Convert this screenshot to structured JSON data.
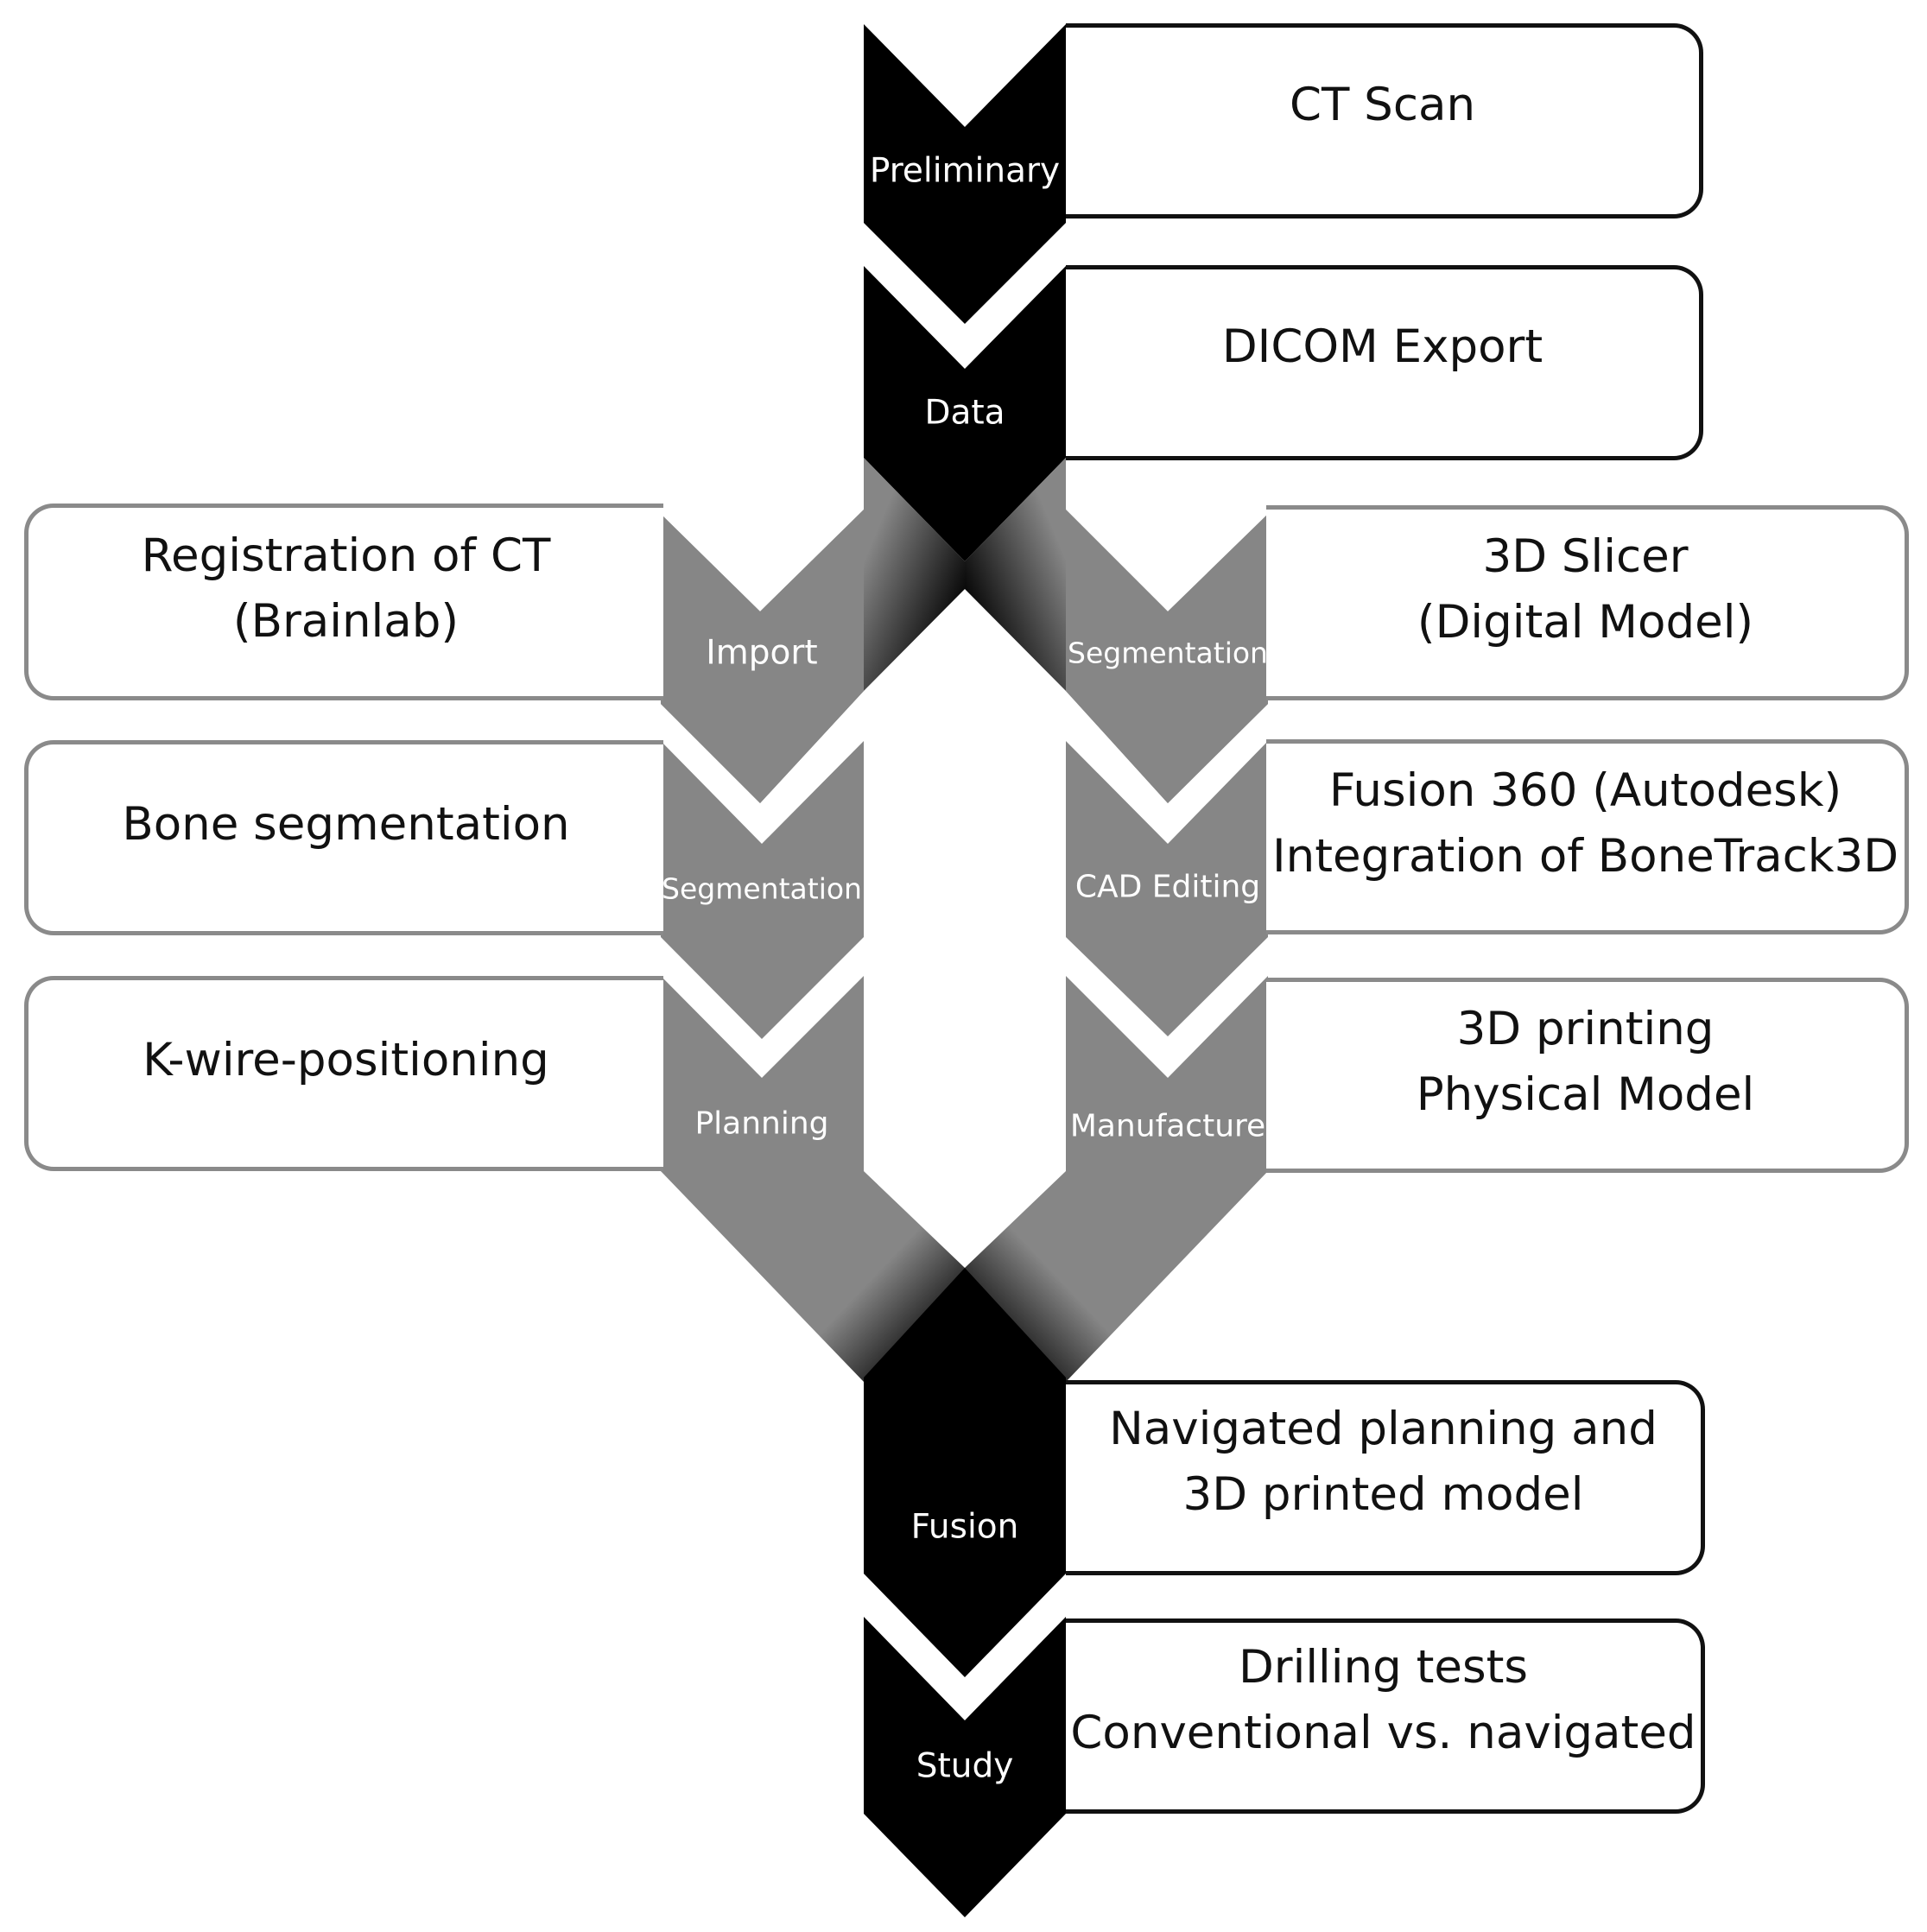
{
  "colors": {
    "dark": "#000000",
    "grey": "#868686",
    "box_border_dark": "#111111",
    "box_border_grey": "#8a8a8a"
  },
  "stages": {
    "preliminary": "Preliminary",
    "data": "Data",
    "fusion": "Fusion",
    "study": "Study"
  },
  "left_branch": {
    "import": "Import",
    "segmentation": "Segmentation",
    "planning": "Planning"
  },
  "right_branch": {
    "segmentation": "Segmentation",
    "cad_editing": "CAD Editing",
    "manufacture": "Manufacture"
  },
  "boxes": {
    "ct_scan": "CT Scan",
    "dicom_export": "DICOM Export",
    "registration": [
      "Registration of CT",
      "(Brainlab)"
    ],
    "bone_segmentation": "Bone segmentation",
    "kwire": "K-wire-positioning",
    "slicer": [
      "3D Slicer",
      "(Digital Model)"
    ],
    "fusion360": [
      "Fusion 360 (Autodesk)",
      "Integration of BoneTrack3D"
    ],
    "printing": [
      "3D printing",
      "Physical Model"
    ],
    "navigated": [
      "Navigated planning and",
      "3D printed model"
    ],
    "drilling": [
      "Drilling tests",
      "Conventional vs. navigated"
    ]
  }
}
